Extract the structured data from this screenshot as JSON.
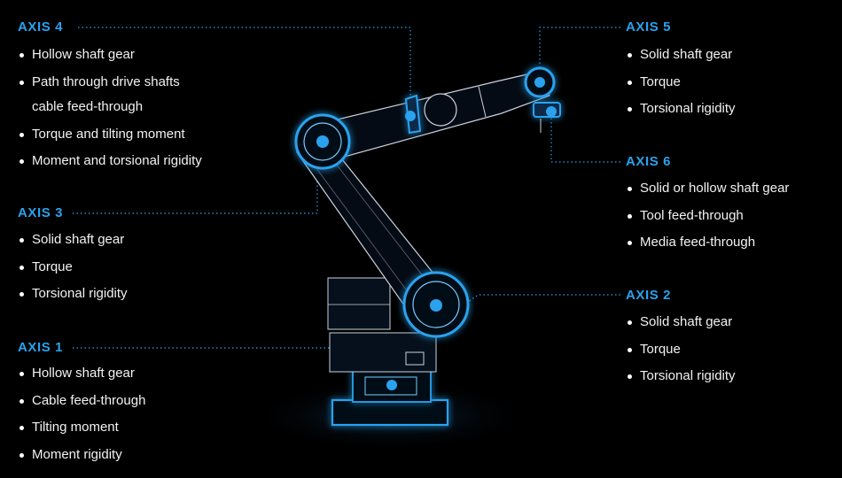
{
  "axes": [
    {
      "id": "axis4",
      "title": "AXIS 4",
      "features": [
        "Hollow shaft gear",
        "Path through drive shafts",
        "cable feed-through",
        "Torque and tilting moment",
        "Moment and torsional rigidity"
      ]
    },
    {
      "id": "axis3",
      "title": "AXIS 3",
      "features": [
        "Solid shaft gear",
        "Torque",
        "Torsional rigidity"
      ]
    },
    {
      "id": "axis1",
      "title": "AXIS 1",
      "features": [
        "Hollow shaft gear",
        "Cable feed-through",
        "Tilting moment",
        "Moment rigidity"
      ]
    },
    {
      "id": "axis5",
      "title": "AXIS 5",
      "features": [
        "Solid shaft gear",
        "Torque",
        "Torsional rigidity"
      ]
    },
    {
      "id": "axis6",
      "title": "AXIS 6",
      "features": [
        "Solid or hollow shaft gear",
        "Tool feed-through",
        "Media feed-through"
      ]
    },
    {
      "id": "axis2",
      "title": "AXIS 2",
      "features": [
        "Solid shaft gear",
        "Torque",
        "Torsional rigidity"
      ]
    }
  ],
  "colors": {
    "accent": "#2aa2ee",
    "glow": "#1e8fff",
    "wire": "#c9d3de",
    "background": "#000000"
  }
}
